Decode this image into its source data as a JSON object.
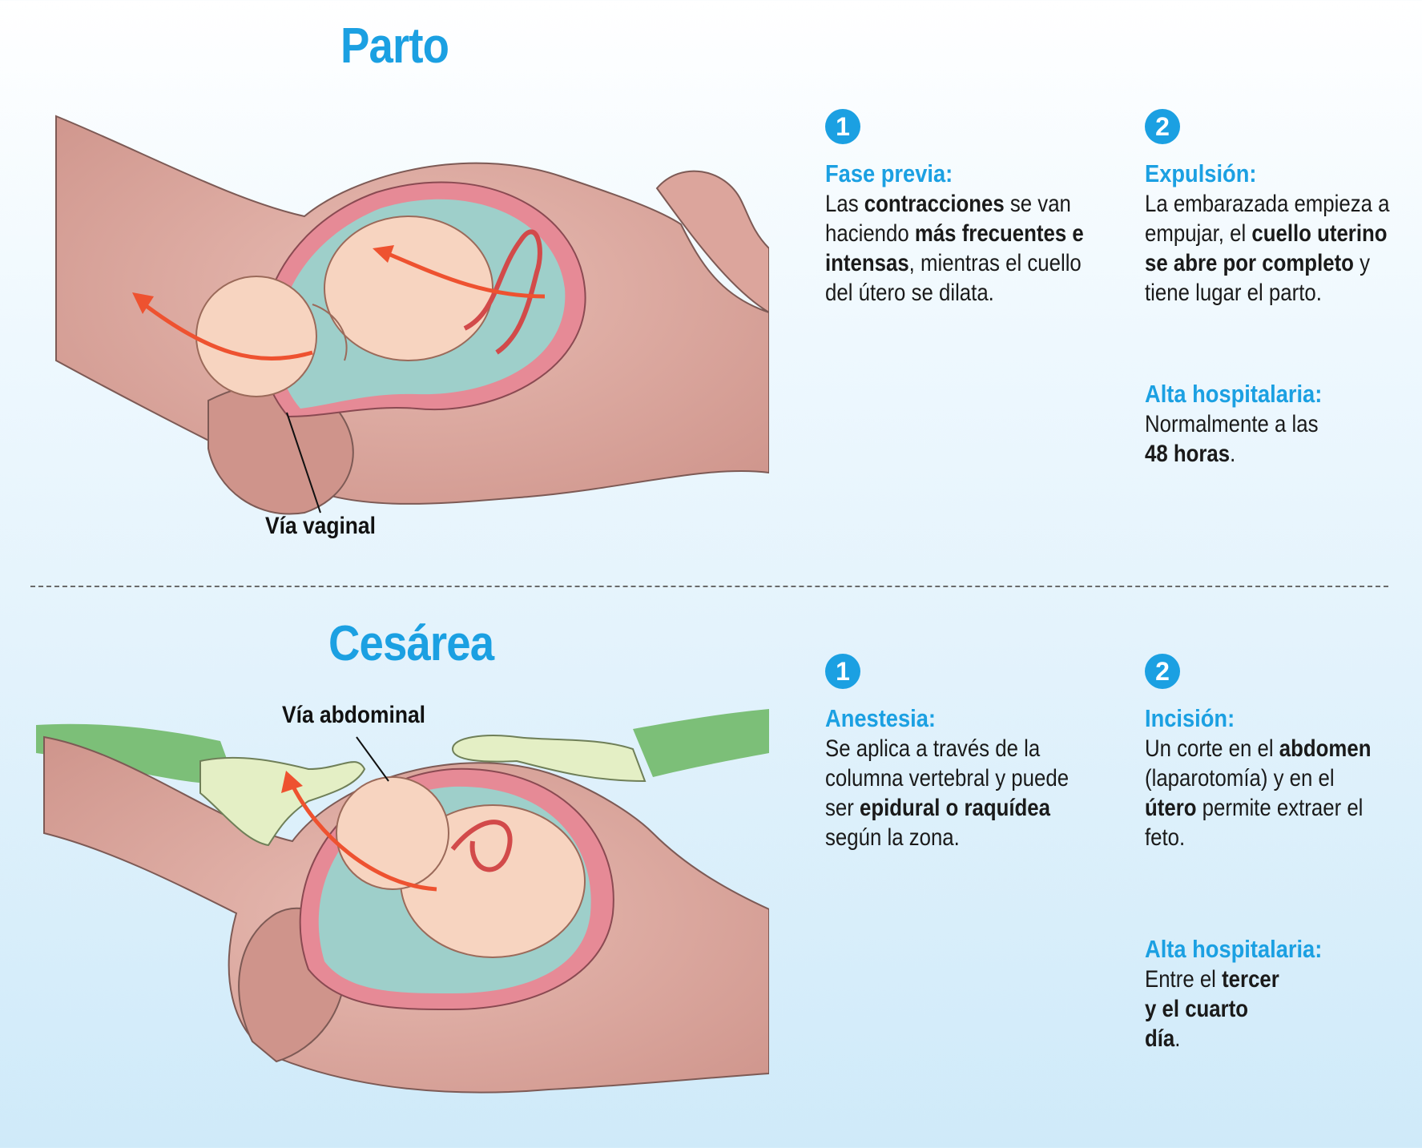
{
  "parto": {
    "title": "Parto",
    "label": "Vía vaginal",
    "step1": {
      "number": "1",
      "title": "Fase previa:",
      "text": [
        {
          "t": "Las ",
          "b": false
        },
        {
          "t": "contracciones",
          "b": true
        },
        {
          "t": " se van haciendo ",
          "b": false
        },
        {
          "t": "más frecuentes e intensas",
          "b": true
        },
        {
          "t": ", mientras el cuello del útero se dilata.",
          "b": false
        }
      ]
    },
    "step2": {
      "number": "2",
      "title": "Expulsión:",
      "text": [
        {
          "t": "La embarazada empieza a empujar, el ",
          "b": false
        },
        {
          "t": "cuello uterino se abre por completo",
          "b": true
        },
        {
          "t": " y tiene lugar el parto.",
          "b": false
        }
      ]
    },
    "alta": {
      "title": "Alta hospitalaria:",
      "text": [
        {
          "t": "Normalmente a las ",
          "b": false
        },
        {
          "t": "48 horas",
          "b": true
        },
        {
          "t": ".",
          "b": false
        }
      ]
    }
  },
  "cesarea": {
    "title": "Cesárea",
    "label": "Vía abdominal",
    "step1": {
      "number": "1",
      "title": "Anestesia:",
      "text": [
        {
          "t": "Se aplica a través de la columna vertebral y puede ser ",
          "b": false
        },
        {
          "t": "epidural o raquídea",
          "b": true
        },
        {
          "t": " según la zona.",
          "b": false
        }
      ]
    },
    "step2": {
      "number": "2",
      "title": "Incisión:",
      "text": [
        {
          "t": "Un corte en el ",
          "b": false
        },
        {
          "t": "abdomen",
          "b": true
        },
        {
          "t": " (laparotomía) y en el ",
          "b": false
        },
        {
          "t": "útero",
          "b": true
        },
        {
          "t": " permite extraer el feto.",
          "b": false
        }
      ]
    },
    "alta": {
      "title": "Alta hospitalaria:",
      "text": [
        {
          "t": "Entre el ",
          "b": false
        },
        {
          "t": "tercer y el cuarto día",
          "b": true
        },
        {
          "t": ".",
          "b": false
        }
      ]
    }
  },
  "colors": {
    "accent": "#1ba0e2",
    "skin": "#d9a59c",
    "uterus": "#e68a96",
    "fluid": "#9ecfca",
    "fetus": "#f7d4c0",
    "arrow": "#ee5230",
    "glove": "#e4efc5",
    "gown": "#7cbf78"
  }
}
